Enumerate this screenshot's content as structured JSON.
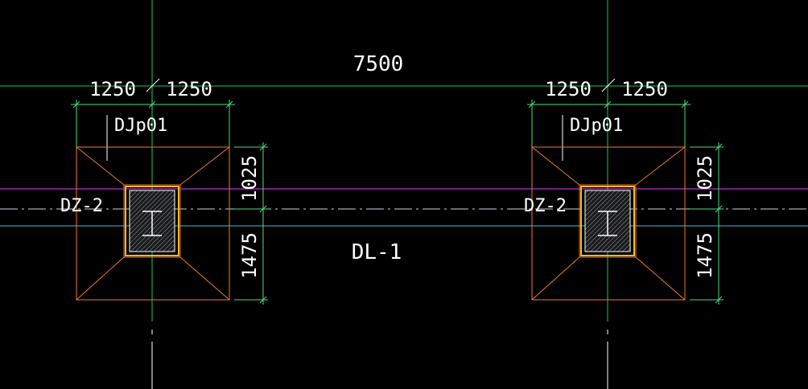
{
  "colors": {
    "background": "#000000",
    "grid_line": "#22c55e",
    "dimension": "#4ade80",
    "footing_outline": "#f07a2e",
    "column_outline": "#f5b62a",
    "beam_top": "#d946ef",
    "beam_bottom": "#38bdf8",
    "center_line": "#cbd5e1",
    "text": "#ffffff"
  },
  "texts": {
    "span": "7500",
    "beam_label": "DL-1",
    "left": {
      "half_left": "1250",
      "half_right": "1250",
      "footing": "DJp01",
      "column": "DZ-2",
      "upper_dim": "1025",
      "lower_dim": "1475"
    },
    "right": {
      "half_left": "1250",
      "half_right": "1250",
      "footing": "DJp01",
      "column": "DZ-2",
      "upper_dim": "1025",
      "lower_dim": "1475"
    }
  }
}
